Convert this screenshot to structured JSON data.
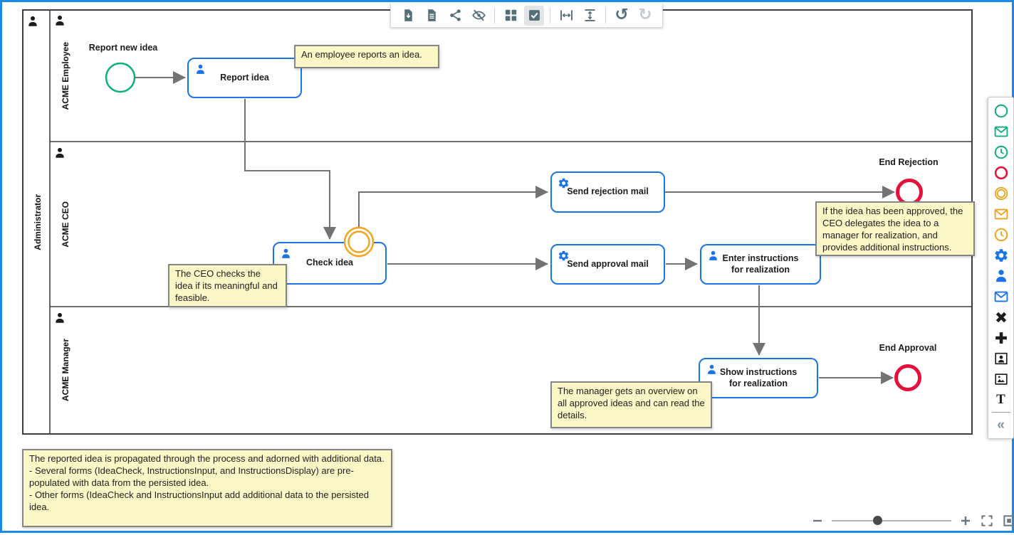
{
  "app": {
    "type": "bpmn-process-editor",
    "colors": {
      "frame_blue": "#1e88e5",
      "task_blue": "#1a73e8",
      "start_green": "#0fae7d",
      "end_red": "#e6103d",
      "intermediate_orange": "#f0a31c",
      "flow_gray": "#737373",
      "toolbar_icon": "#546e7a",
      "annotation_bg": "#fbf7c6",
      "annotation_border": "#858585"
    }
  },
  "toolbar": {
    "items": [
      {
        "icon": "file-download-icon",
        "state": "normal"
      },
      {
        "icon": "file-document-icon",
        "state": "normal"
      },
      {
        "icon": "share-icon",
        "state": "normal"
      },
      {
        "icon": "eye-off-icon",
        "state": "normal"
      },
      {
        "icon": "grid-icon",
        "state": "normal"
      },
      {
        "icon": "checkbox-icon",
        "state": "active"
      },
      {
        "icon": "horizontal-fit-icon",
        "state": "normal"
      },
      {
        "icon": "vertical-fit-icon",
        "state": "normal"
      },
      {
        "icon": "undo-icon",
        "state": "normal"
      },
      {
        "icon": "redo-icon",
        "state": "disabled"
      }
    ],
    "undo_glyph": "↺",
    "redo_glyph": "↻"
  },
  "pool": {
    "label": "Administrator",
    "lanes": [
      {
        "label": "ACME Employee"
      },
      {
        "label": "ACME CEO"
      },
      {
        "label": "ACME Manager"
      }
    ]
  },
  "nodes": {
    "start_event": {
      "label": "Report new idea",
      "type": "start-event",
      "color": "#0fae7d"
    },
    "report_idea": {
      "label": "Report idea",
      "type": "user-task"
    },
    "check_idea": {
      "label": "Check idea",
      "type": "user-task"
    },
    "boundary_event": {
      "type": "intermediate-boundary-event",
      "color": "#f0a31c"
    },
    "send_rejection": {
      "label": "Send rejection mail",
      "type": "service-task"
    },
    "send_approval": {
      "label": "Send approval mail",
      "type": "service-task"
    },
    "enter_instructions": {
      "label": "Enter instructions for realization",
      "type": "user-task"
    },
    "show_instructions": {
      "label": "Show instructions for realization",
      "type": "user-task"
    },
    "end_rejection": {
      "label": "End Rejection",
      "type": "end-event",
      "color": "#e6103d"
    },
    "end_approval": {
      "label": "End Approval",
      "type": "end-event",
      "color": "#e6103d"
    }
  },
  "annotations": {
    "employee_reports": {
      "text": "An employee reports an idea."
    },
    "ceo_checks": {
      "text": "The CEO checks the idea if its meaningful and feasible."
    },
    "idea_approved": {
      "text": "If the idea has been approved, the CEO delegates the idea to a manager for realization, and provides additional instructions."
    },
    "manager_overview": {
      "text": "The manager gets an overview on all approved ideas and can read the details."
    },
    "process_note": {
      "text": "The reported idea is propagated through the process and adorned with additional data.\n- Several forms (IdeaCheck, InstructionsInput, and InstructionsDisplay) are pre-populated with data from the persisted idea.\n- Other forms (IdeaCheck and InstructionsInput add additional data to the persisted idea."
    }
  },
  "palette": {
    "items": [
      {
        "icon": "start-event-icon",
        "color": "#0fae7d"
      },
      {
        "icon": "message-start-event-icon",
        "color": "#0fae7d"
      },
      {
        "icon": "timer-start-event-icon",
        "color": "#0fae7d"
      },
      {
        "icon": "end-event-icon",
        "color": "#e6103d"
      },
      {
        "icon": "intermediate-event-icon",
        "color": "#f0a31c"
      },
      {
        "icon": "message-intermediate-event-icon",
        "color": "#f0a31c"
      },
      {
        "icon": "timer-intermediate-event-icon",
        "color": "#f0a31c"
      },
      {
        "icon": "service-task-icon",
        "color": "#1a73e8"
      },
      {
        "icon": "user-task-icon",
        "color": "#1a73e8"
      },
      {
        "icon": "send-task-icon",
        "color": "#1a73e8"
      },
      {
        "icon": "exclusive-gateway-icon",
        "color": "#1c1c1c"
      },
      {
        "icon": "parallel-gateway-icon",
        "color": "#1c1c1c"
      },
      {
        "icon": "participant-icon",
        "color": "#1c1c1c"
      },
      {
        "icon": "image-icon",
        "color": "#1c1c1c"
      },
      {
        "icon": "text-annotation-icon",
        "glyph": "T",
        "color": "#1c1c1c"
      }
    ],
    "collapse_glyph": "«"
  },
  "zoom_controls": {
    "items": [
      "zoom-out-icon",
      "zoom-slider",
      "zoom-in-icon",
      "fit-viewport-icon",
      "reset-view-icon"
    ],
    "slider_value": 0.38
  }
}
